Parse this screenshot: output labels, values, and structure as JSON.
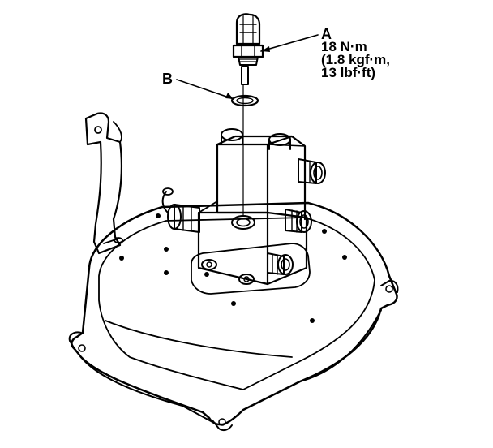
{
  "callouts": {
    "a": {
      "letter": "A",
      "torque_lines": [
        "18 N·m",
        "(1.8 kgf·m,",
        "13 lbf·ft)"
      ]
    },
    "b": {
      "letter": "B"
    }
  }
}
